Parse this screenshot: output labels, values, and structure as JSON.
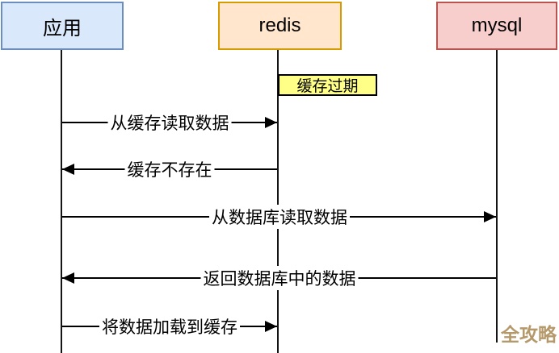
{
  "diagram": {
    "type": "sequence-diagram",
    "background": "#FFFFFF",
    "line_color": "#000000",
    "actors": [
      {
        "label": "应用",
        "fill": "#DAE8FC",
        "border": "#6C8EBF"
      },
      {
        "label": "redis",
        "fill": "#FFE6CC",
        "border": "#D79B00"
      },
      {
        "label": "mysql",
        "fill": "#F8CECC",
        "border": "#B85450"
      }
    ],
    "note": {
      "label": "缓存过期",
      "fill": "#FFFF88",
      "border": "#000000",
      "attached_to": "redis"
    },
    "messages": [
      {
        "label": "从缓存读取数据",
        "from": "应用",
        "to": "redis",
        "direction": "right"
      },
      {
        "label": "缓存不存在",
        "from": "redis",
        "to": "应用",
        "direction": "left"
      },
      {
        "label": "从数据库读取数据",
        "from": "应用",
        "to": "mysql",
        "direction": "right"
      },
      {
        "label": "返回数据库中的数据",
        "from": "mysql",
        "to": "应用",
        "direction": "left"
      },
      {
        "label": "将数据加载到缓存",
        "from": "应用",
        "to": "redis",
        "direction": "right"
      }
    ],
    "watermark": {
      "label": "全攻略",
      "color": "#B5996B"
    }
  }
}
